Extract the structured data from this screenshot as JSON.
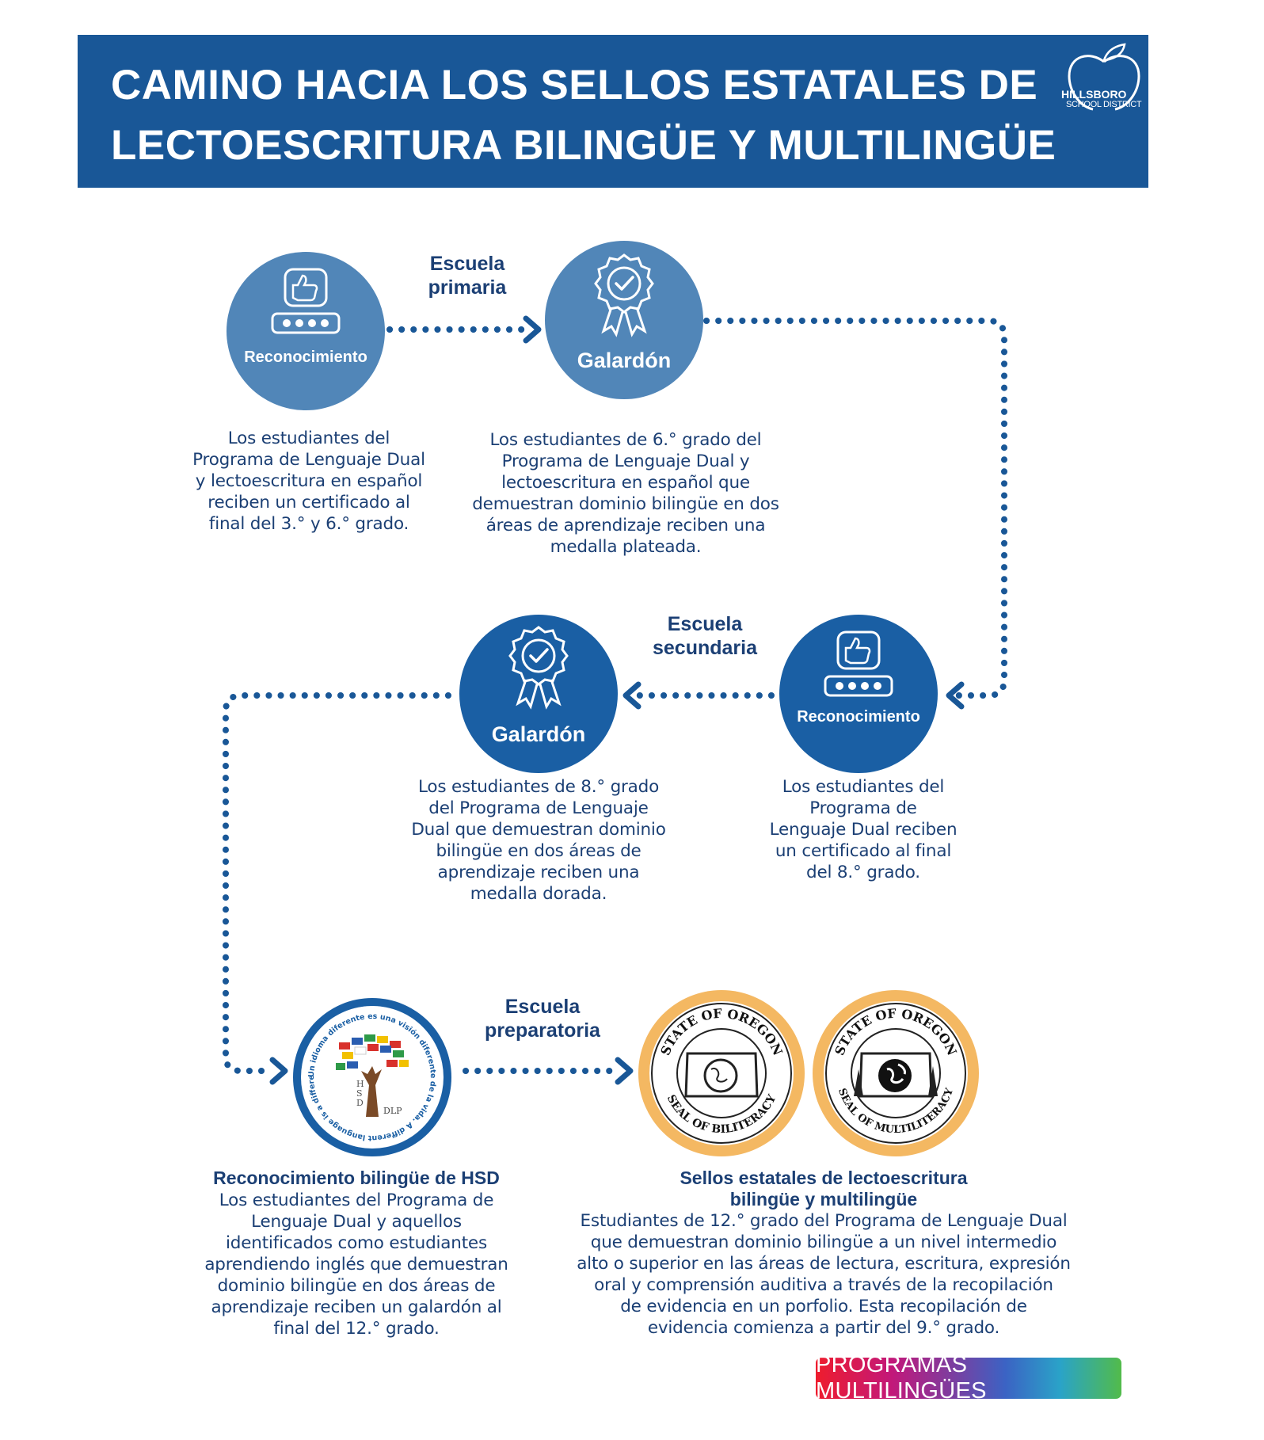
{
  "header": {
    "title": "CAMINO HACIA LOS SELLOS ESTATALES DE\nLECTOESCRITURA BILINGÜE Y MULTILINGÜE",
    "logo_name": "HILLSBORO",
    "logo_sub": "SCHOOL DISTRICT"
  },
  "primaria": {
    "stage_label": "Escuela\nprimaria",
    "recognition": {
      "label": "Reconocimiento",
      "description": "Los estudiantes del\nPrograma de Lenguaje Dual\ny lectoescritura en español\nreciben un certificado al\nfinal del 3.° y 6.° grado."
    },
    "award": {
      "label": "Galardón",
      "description": "Los estudiantes de 6.° grado del\nPrograma de Lenguaje Dual y\nlectoescritura en español que\ndemuestran dominio bilingüe en dos\náreas de aprendizaje reciben una\nmedalla plateada."
    }
  },
  "secundaria": {
    "stage_label": "Escuela\nsecundaria",
    "recognition": {
      "label": "Reconocimiento",
      "description": "Los estudiantes del\nPrograma de\nLenguaje Dual reciben\nun certificado al final\ndel 8.° grado."
    },
    "award": {
      "label": "Galardón",
      "description": "Los estudiantes de 8.° grado\ndel Programa de Lenguaje\nDual que demuestran dominio\nbilingüe en dos áreas de\naprendizaje reciben una\nmedalla dorada."
    }
  },
  "preparatoria": {
    "stage_label": "Escuela\npreparatoria",
    "hsd": {
      "emblem_text": "Un idioma diferente es una visión diferente de la vida. A different language is a different vision of life.",
      "emblem_letters": "HSD",
      "emblem_abbrev": "DLP",
      "title": "Reconocimiento bilingüe de HSD",
      "description": "Los estudiantes del Programa de\nLenguaje Dual y aquellos\nidentificados como estudiantes\naprendiendo inglés que demuestran\ndominio bilingüe en dos áreas de\naprendizaje reciben un galardón al\nfinal del 12.° grado."
    },
    "state": {
      "seal1_top": "STATE OF OREGON",
      "seal1_bottom": "SEAL OF BILITERACY",
      "seal2_top": "STATE OF OREGON",
      "seal2_bottom": "SEAL OF MULTILITERACY",
      "title": "Sellos estatales de lectoescritura\nbilingüe y multilingüe",
      "description": "Estudiantes de 12.° grado del Programa de Lenguaje Dual\nque demuestran dominio bilingüe a un nivel intermedio\nalto o superior en las áreas de lectura, escritura, expresión\noral y comprensión auditiva a través de la recopilación\nde evidencia en un porfolio. Esta recopilación de\nevidencia comienza a partir del 9.° grado."
    }
  },
  "footer": {
    "badge_label": "PROGRAMAS MULTILINGÜES"
  },
  "colors": {
    "banner": "#195797",
    "circle_light": "#5186b8",
    "circle_dark": "#1a5fa4",
    "text": "#1b3f74",
    "seal_ring": "#f4b862"
  }
}
